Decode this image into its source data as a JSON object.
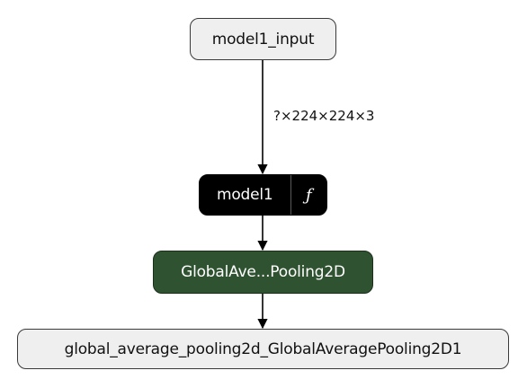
{
  "graph": {
    "input_node": {
      "label": "model1_input"
    },
    "edge_shape": {
      "label": "?×224×224×3"
    },
    "model_node": {
      "label": "model1",
      "func_label": "ƒ"
    },
    "pooling_node": {
      "label": "GlobalAve...Pooling2D"
    },
    "output_node": {
      "label": "global_average_pooling2d_GlobalAveragePooling2D1"
    }
  },
  "colors": {
    "light_node_fill": "#efefef",
    "dark_node_fill": "#000000",
    "pooling_node_fill": "#2f5230",
    "edge": "#000000"
  }
}
